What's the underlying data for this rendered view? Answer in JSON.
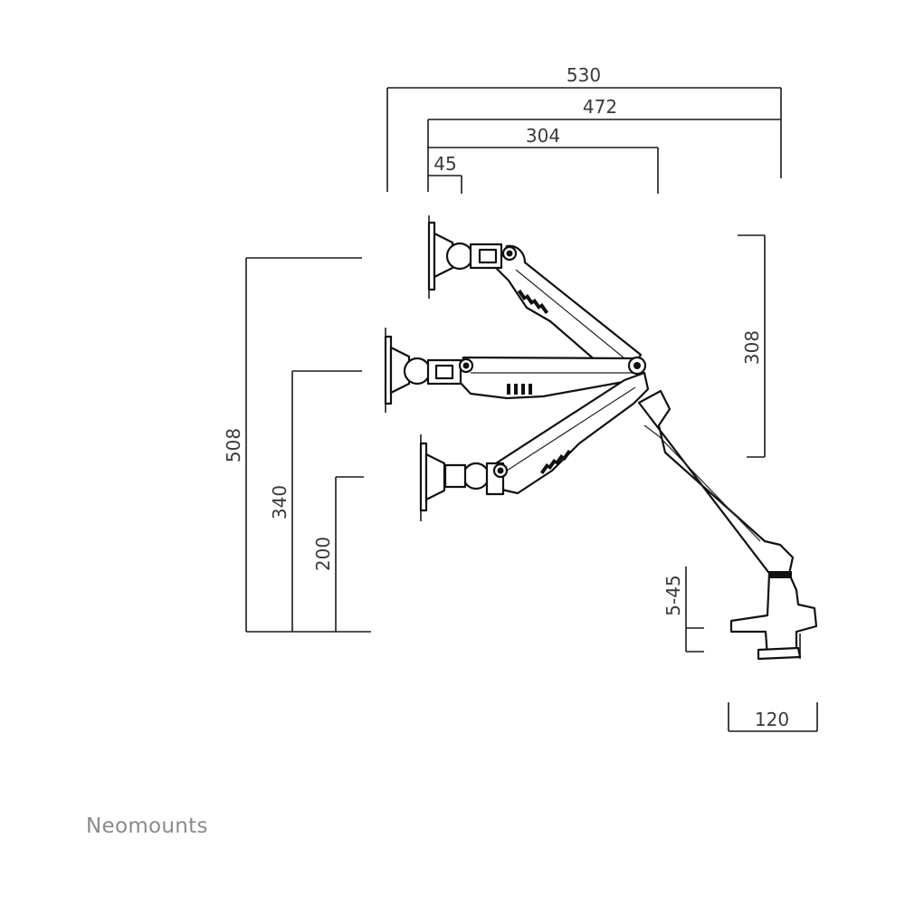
{
  "brand": "Neomounts",
  "dimensions": {
    "total_depth": "530",
    "arm_reach": "472",
    "mid_reach": "304",
    "vesa_offset": "45",
    "height_travel": "308",
    "max_height": "508",
    "mid_height": "340",
    "min_height": "200",
    "desk_thickness": "5-45",
    "clamp_depth": "120"
  }
}
